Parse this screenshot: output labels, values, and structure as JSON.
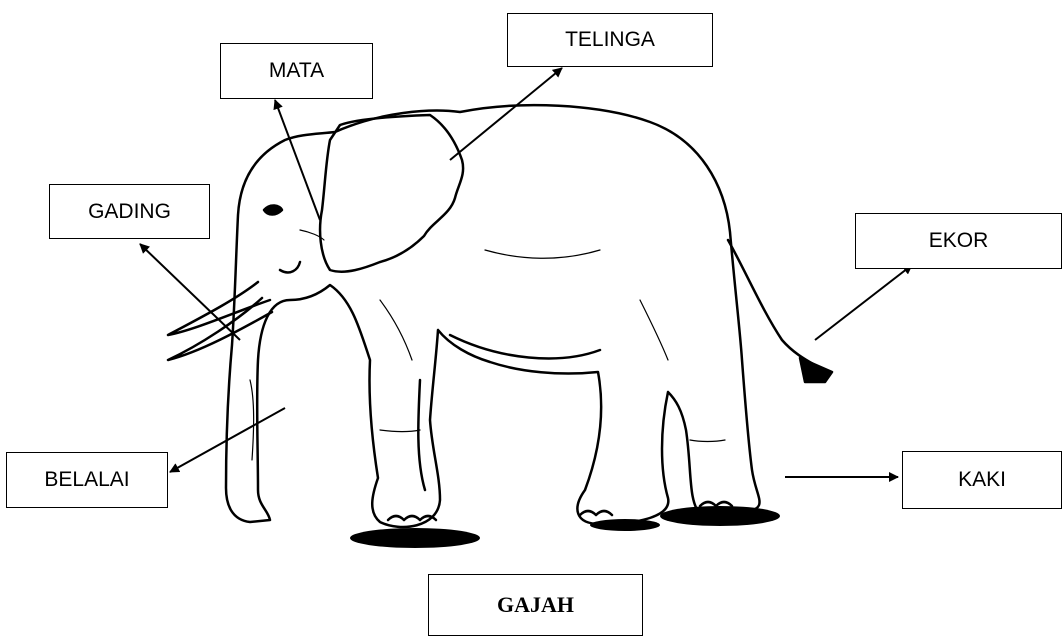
{
  "title": "GAJAH",
  "labels": {
    "mata": "MATA",
    "telinga": "TELINGA",
    "gading": "GADING",
    "ekor": "EKOR",
    "belalai": "BELALAI",
    "kaki": "KAKI"
  },
  "illustration": {
    "subject": "elephant",
    "style": "black line drawing"
  },
  "colors": {
    "ink": "#000000",
    "background": "#ffffff"
  }
}
